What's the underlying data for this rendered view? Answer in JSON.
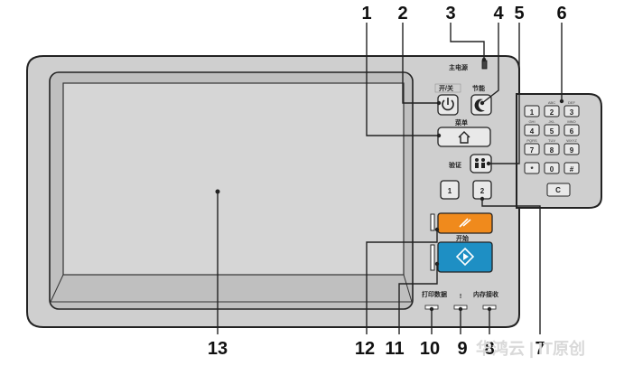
{
  "callouts": [
    "1",
    "2",
    "3",
    "4",
    "5",
    "6",
    "7",
    "8",
    "9",
    "10",
    "11",
    "12",
    "13"
  ],
  "panel_labels": {
    "main_power": "主电源",
    "power_toggle": "开/关",
    "energy_saver": "节能",
    "menu": "菜单",
    "authentication": "验证",
    "start": "开始",
    "print_data": "打印数据",
    "memory_receive": "内存接收",
    "alert": "!"
  },
  "preset_keys": [
    "1",
    "2"
  ],
  "keypad": {
    "keys": [
      {
        "main": "1",
        "sub": ""
      },
      {
        "main": "2",
        "sub": "ABC"
      },
      {
        "main": "3",
        "sub": "DEF"
      },
      {
        "main": "4",
        "sub": "GHI"
      },
      {
        "main": "5",
        "sub": "JKL"
      },
      {
        "main": "6",
        "sub": "MNO"
      },
      {
        "main": "7",
        "sub": "PQRS"
      },
      {
        "main": "8",
        "sub": "TUV"
      },
      {
        "main": "9",
        "sub": "WXYZ"
      },
      {
        "main": "*",
        "sub": ""
      },
      {
        "main": "0",
        "sub": ""
      },
      {
        "main": "#",
        "sub": ""
      }
    ],
    "clear": "C"
  },
  "watermark": "华鸿云 | IT原创",
  "colors": {
    "panel_fill": "#cfcfcf",
    "screen_fill": "#d6d6d6",
    "start_blue": "#1e8fc4",
    "stop_orange": "#f08a1c",
    "line": "#222222"
  },
  "icons": {
    "power": "power-icon",
    "sleep": "moon-icon",
    "home": "home-icon",
    "auth": "auth-icon",
    "start": "start-diamond-icon",
    "stop": "stop-icon"
  }
}
